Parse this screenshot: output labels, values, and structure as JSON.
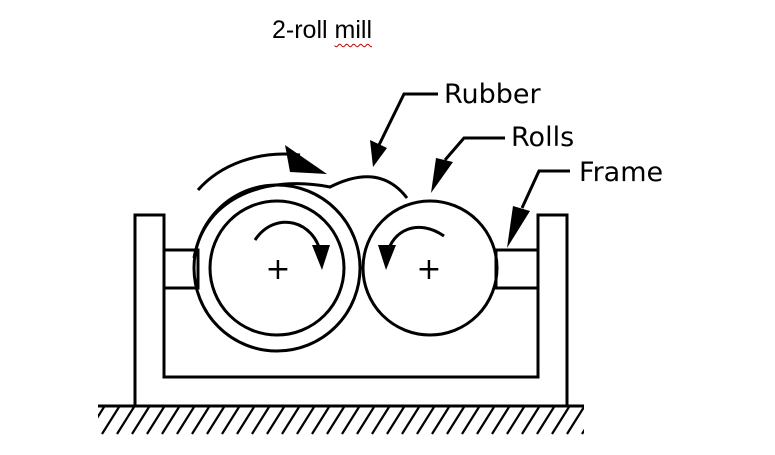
{
  "title": {
    "prefix": "2-roll ",
    "underlined": "mill"
  },
  "labels": {
    "rubber": "Rubber",
    "rolls": "Rolls",
    "frame": "Frame"
  },
  "roll_center_mark": "+",
  "colors": {
    "stroke": "#000000",
    "background": "#ffffff",
    "spellcheck_underline": "#c00000"
  }
}
